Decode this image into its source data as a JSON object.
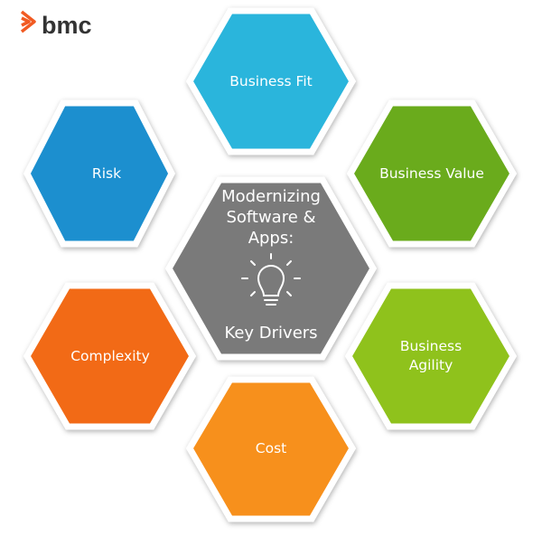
{
  "logo": {
    "text": "bmc",
    "color": "#f15a22"
  },
  "center": {
    "line1": "Modernizing",
    "line2": "Software &",
    "line3": "Apps:",
    "line4": "Key Drivers",
    "icon": "lightbulb-icon",
    "color": "#7a7a7a"
  },
  "drivers": [
    {
      "label": "Business Fit",
      "color": "#2bb5dc"
    },
    {
      "label": "Business Value",
      "color": "#6aab1f"
    },
    {
      "label_line1": "Business",
      "label_line2": "Agility",
      "color": "#8fc21b"
    },
    {
      "label": "Cost",
      "color": "#f7901e"
    },
    {
      "label": "Complexity",
      "color": "#f26b12"
    },
    {
      "label": "Risk",
      "color": "#1b8fcf"
    }
  ]
}
